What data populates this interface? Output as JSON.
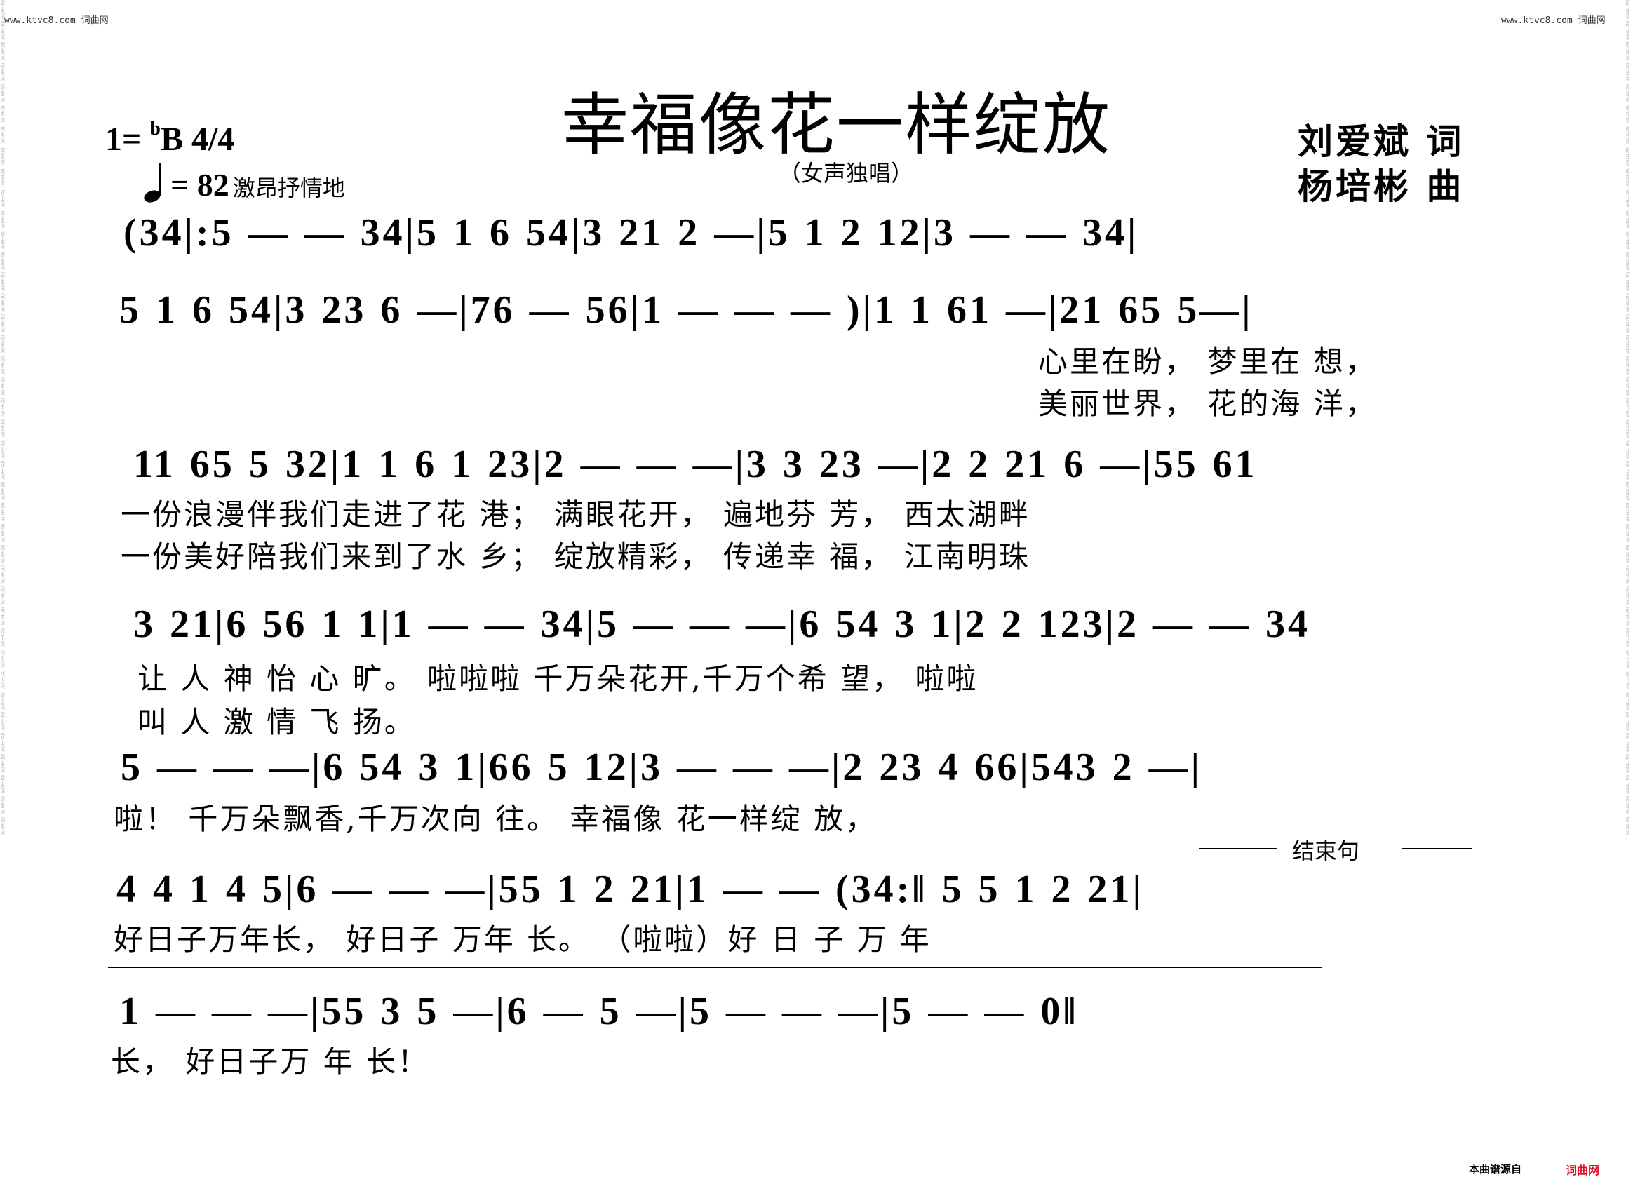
{
  "watermark": {
    "left": "www.ktvc8.com 词曲网",
    "right": "www.ktvc8.com 词曲网",
    "side": "词曲网"
  },
  "header": {
    "title": "幸福像花一样绽放",
    "subtitle": "（女声独唱）",
    "key": "1= ",
    "key_flat": "b",
    "key_rest": "B 4/4",
    "tempo": "= 82",
    "tempo_note_icon": "quarter-note-icon",
    "style": "激昂抒情地",
    "lyricist": "刘爱斌 词",
    "composer": "杨培彬 曲"
  },
  "score": {
    "rows": [
      {
        "notes": "(34|:5 — — 34|5 1 6 54|3 21 2 —|5 1 2 12|3 — — 34|"
      },
      {
        "notes": "5 1 6 54|3 23 6 —|76 — 56|1 — — — )|1 1 61 —|21 65 5—|",
        "lyrics": [
          "心里在盼，  梦里在 想，",
          "美丽世界，  花的海 洋，"
        ]
      },
      {
        "notes": "11 65 5 32|1 1 6 1 23|2 — — —|3 3 23 —|2 2 21 6 —|55 61",
        "lyrics": [
          "一份浪漫伴我们走进了花    港；                满眼花开，  遍地芬 芳，  西太湖畔",
          "一份美好陪我们来到了水    乡；                绽放精彩，  传递幸 福，  江南明珠"
        ]
      },
      {
        "notes": "3 21|6 56 1 1|1 — — 34|5 — — —|6 54 3 1|2 2 123|2 — — 34",
        "lyrics": [
          "让 人 神 怡 心 旷。       啦啦啦             千万朵花开,千万个希   望，    啦啦",
          "叫 人 激 情 飞 扬。"
        ]
      },
      {
        "notes": "5 — — —|6 54 3 1|66 5 12|3 — — —|2 23 4 66|543 2 —|",
        "lyrics": [
          "啦！      千万朵飘香,千万次向  往。      幸福像 花一样绽   放，"
        ]
      },
      {
        "notes": "4 4 1 4 5|6 — — —|55 1 2 21|1 — — (34:‖ 5 5 1 2 21|",
        "lyrics": [
          "好日子万年长，        好日子  万年  长。  （啦啦）好 日 子  万   年"
        ],
        "marker": "结束句"
      },
      {
        "notes": "1 — — —|55 3 5 —|6 — 5 —|5 — — —|5 — — 0‖",
        "lyrics": [
          "长，          好日子万      年      长！"
        ]
      }
    ]
  },
  "footer": {
    "source_label": "本曲谱源自",
    "source_site": "词曲网"
  }
}
